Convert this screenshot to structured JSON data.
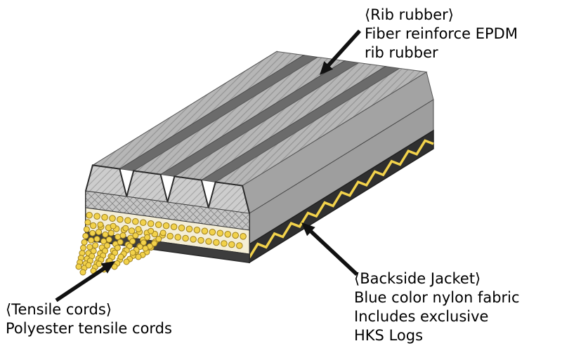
{
  "callouts": {
    "rib_rubber": {
      "lines": [
        "⟨Rib rubber⟩",
        "Fiber reinforce EPDM",
        "rib rubber"
      ]
    },
    "tensile_cords": {
      "lines": [
        "⟨Tensile cords⟩",
        "Polyester tensile cords"
      ]
    },
    "backside_jacket": {
      "lines": [
        "⟨Backside Jacket⟩",
        "Blue color nylon fabric",
        "Includes exclusive",
        "HKS Logs"
      ]
    }
  },
  "colors": {
    "background": "#ffffff",
    "text": "#000000",
    "arrow": "#111111",
    "belt_gray": "#b6b6b6",
    "belt_groove": "#6b6b6b",
    "belt_dark_band": "#2f2f2f",
    "jacket_band": "#3d3d3d",
    "cord_yellow": "#f2d24b",
    "cord_band_bg": "#f4eed6",
    "outline": "#2b2b2b"
  }
}
